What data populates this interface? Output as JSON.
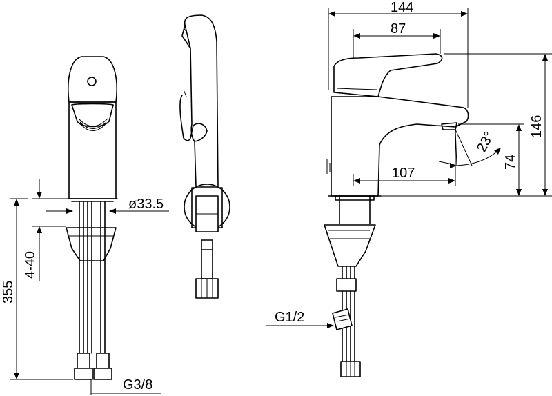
{
  "drawing": {
    "front_view": {
      "hole_diameter": "ø33.5",
      "deck_thickness": "4-40",
      "hose_length": "355",
      "inlet_thread": "G3/8"
    },
    "side_view": {
      "total_width": "144",
      "lever_length": "87",
      "total_height": "146",
      "spout_height": "74",
      "spout_reach": "107",
      "spout_angle": "23°",
      "connection_thread": "G1/2"
    }
  }
}
